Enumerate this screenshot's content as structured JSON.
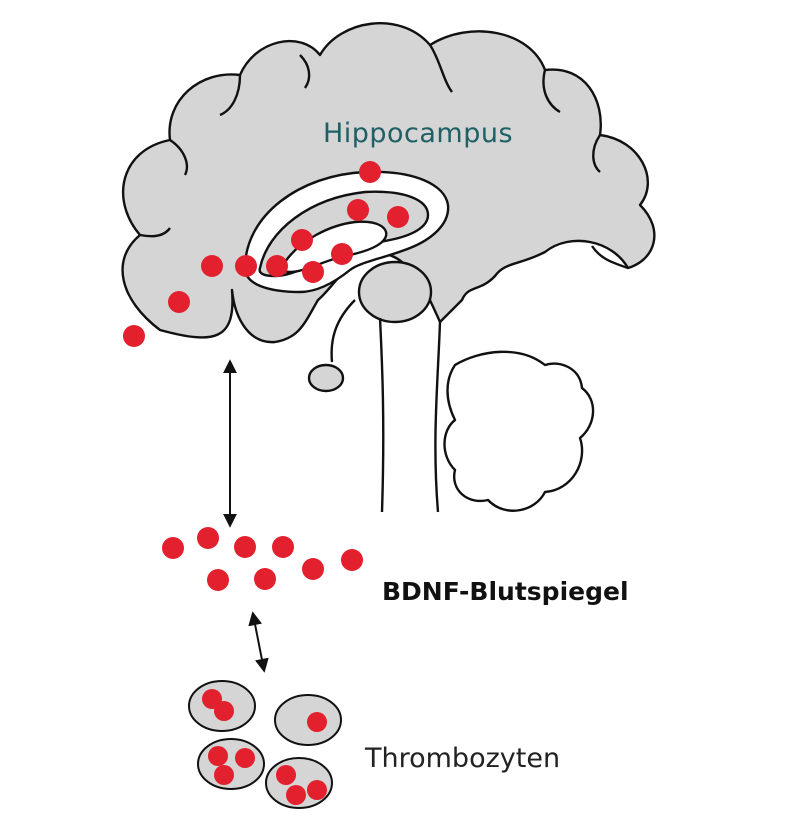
{
  "labels": {
    "hippocampus": "Hippocampus",
    "blood_level": "BDNF-Blutspiegel",
    "platelets": "Thrombozyten"
  },
  "colors": {
    "molecule": "#e3202e",
    "tissue": "#d4d5d4",
    "outline": "#111111",
    "hippocampus_label": "#1f6066"
  },
  "legend": {
    "molecule_icon": "red-dot-bdnf-icon",
    "arrow_icon": "double-headed-arrow-icon"
  }
}
